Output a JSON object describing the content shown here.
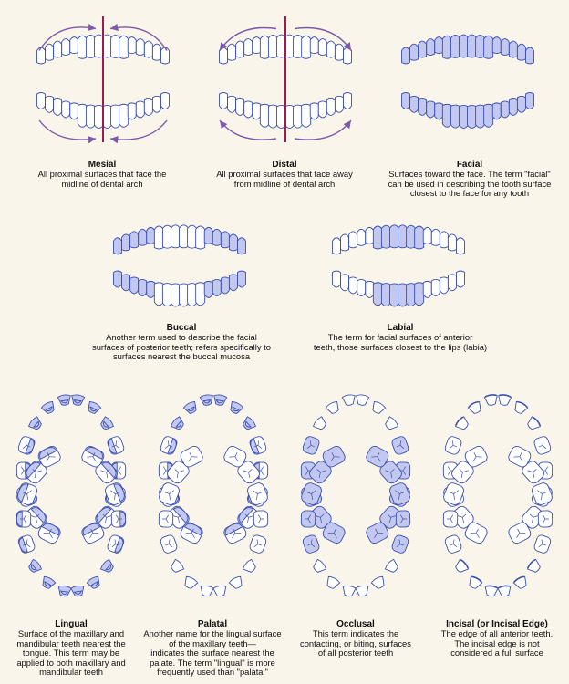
{
  "colors": {
    "background": "#faf5ea",
    "outline": "#3a4fae",
    "highlight": "#c3c8f0",
    "midline": "#a3164f",
    "arrow": "#7d5aa8"
  },
  "panels": [
    {
      "id": "mesial",
      "title": "Mesial",
      "desc": "All proximal surfaces that face the\nmidline of dental arch"
    },
    {
      "id": "distal",
      "title": "Distal",
      "desc": "All proximal surfaces that face away\nfrom midline of dental arch"
    },
    {
      "id": "facial",
      "title": "Facial",
      "desc": "Surfaces toward the face. The term \"facial\"\ncan be used in describing the tooth surface\nclosest to the face for any tooth"
    },
    {
      "id": "buccal",
      "title": "Buccal",
      "desc": "Another term used to describe the facial\nsurfaces of posterior teeth; refers specifically to\nsurfaces nearest the buccal mucosa"
    },
    {
      "id": "labial",
      "title": "Labial",
      "desc": "The term for facial surfaces of anterior\nteeth, those surfaces closest to the lips (labia)"
    },
    {
      "id": "lingual",
      "title": "Lingual",
      "desc": "Surface of the maxillary and\nmandibular teeth nearest the\ntongue. This term may be\napplied to both maxillary and\nmandibular teeth"
    },
    {
      "id": "palatal",
      "title": "Palatal",
      "desc": "Another name for the lingual surface\nof the maxillary teeth—\nindicates the surface nearest the\npalate. The term \"lingual\" is more\nfrequently used than \"palatal\""
    },
    {
      "id": "occlusal",
      "title": "Occlusal",
      "desc": "This term indicates the\ncontacting, or biting, surfaces\nof all posterior teeth"
    },
    {
      "id": "incisal",
      "title": "Incisal (or Incisal Edge)",
      "desc": "The edge of all anterior teeth.\nThe incisal edge is not\nconsidered a full surface"
    }
  ]
}
